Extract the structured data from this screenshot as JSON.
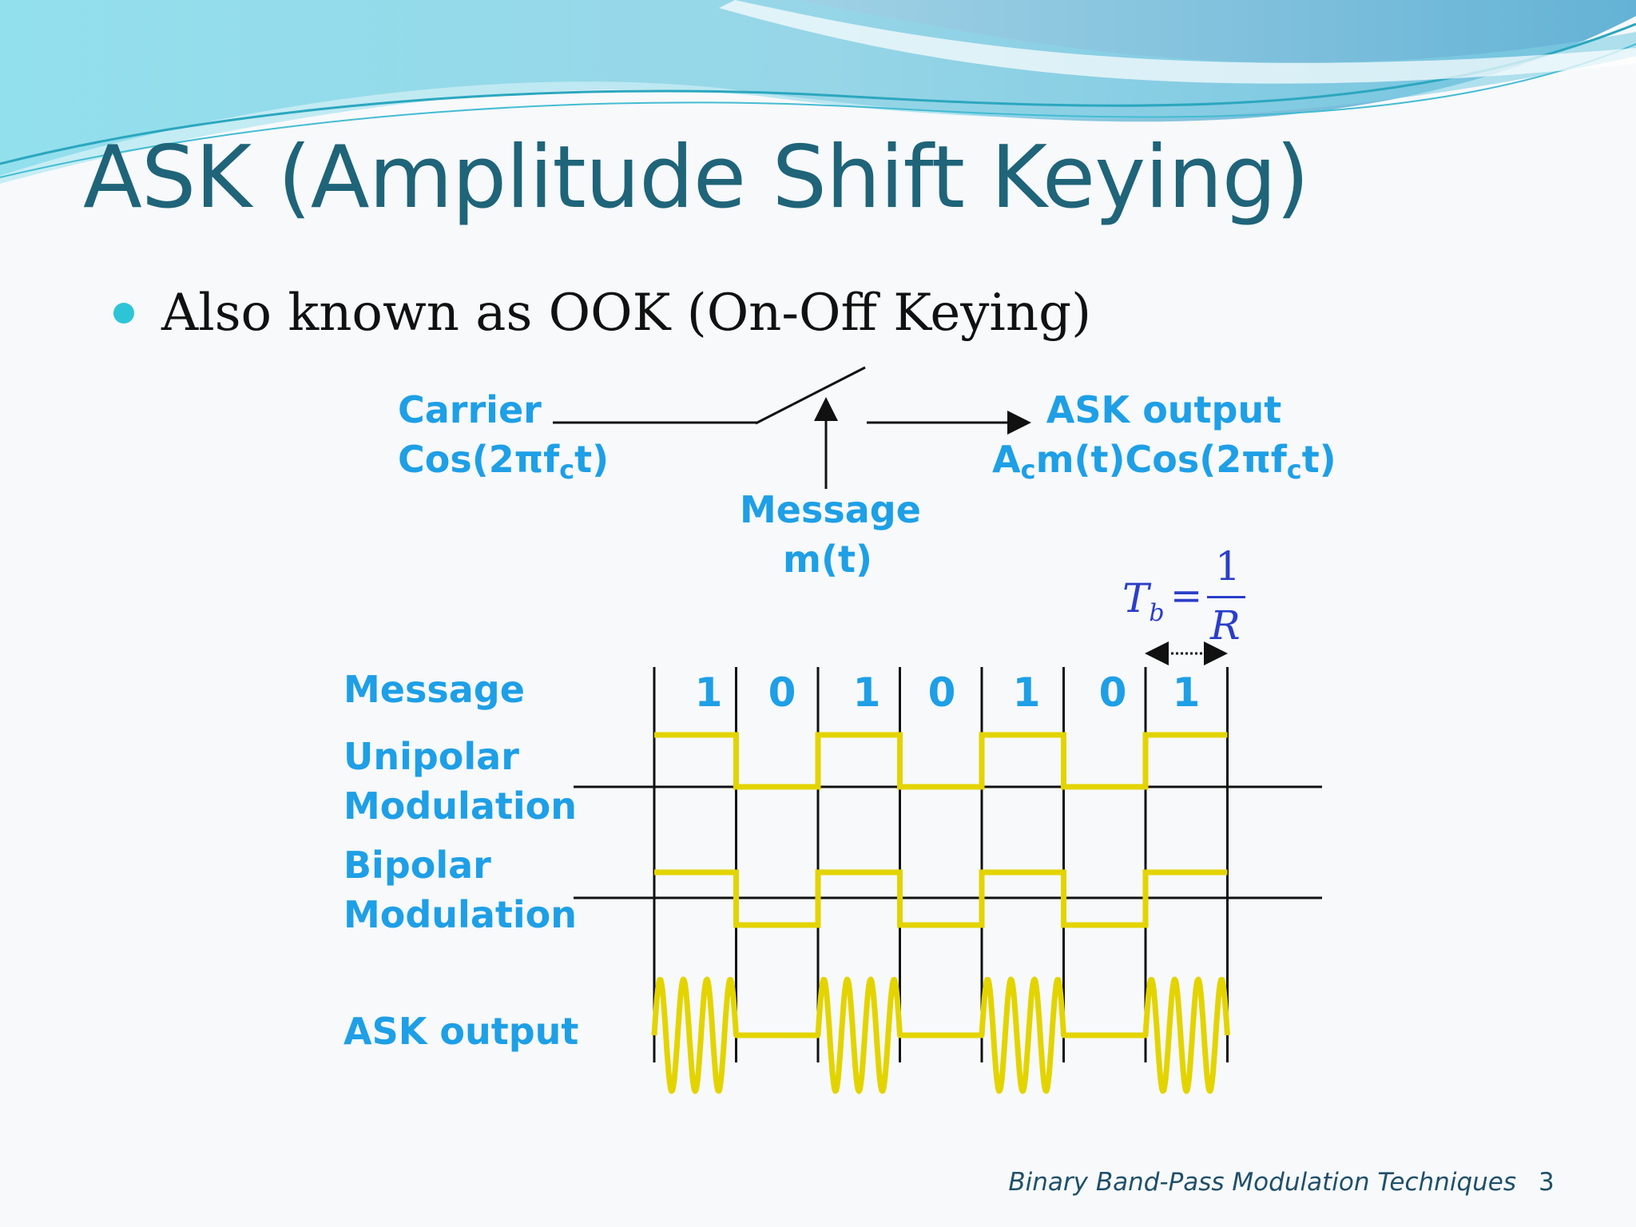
{
  "slide": {
    "title": "ASK (Amplitude Shift Keying)",
    "bullet": "Also known as OOK (On-Off Keying)",
    "footer": "Binary Band-Pass Modulation Techniques",
    "page_number": "3"
  },
  "block_diagram": {
    "carrier_label": "Carrier",
    "carrier_func_prefix": "Cos(2πf",
    "carrier_func_sub": "c",
    "carrier_func_suffix": "t)",
    "message_label": "Message",
    "message_func": "m(t)",
    "output_label": "ASK output",
    "output_func_a": "A",
    "output_func_a_sub": "c",
    "output_func_mid": "m(t)Cos(2πf",
    "output_func_sub": "c",
    "output_func_suffix": "t)"
  },
  "formula": {
    "lhs": "T",
    "lhs_sub": "b",
    "eq": "=",
    "numerator": "1",
    "denominator": "R"
  },
  "timing": {
    "row_message": "Message",
    "row_unipolar_1": "Unipolar",
    "row_unipolar_2": "Modulation",
    "row_bipolar_1": "Bipolar",
    "row_bipolar_2": "Modulation",
    "row_ask": "ASK output",
    "bits": [
      "1",
      "0",
      "1",
      "0",
      "1",
      "0",
      "1"
    ]
  },
  "colors": {
    "title": "#1f6479",
    "label_blue": "#1e9fe6",
    "waveform": "#e3d400",
    "formula": "#2a3ec9"
  }
}
